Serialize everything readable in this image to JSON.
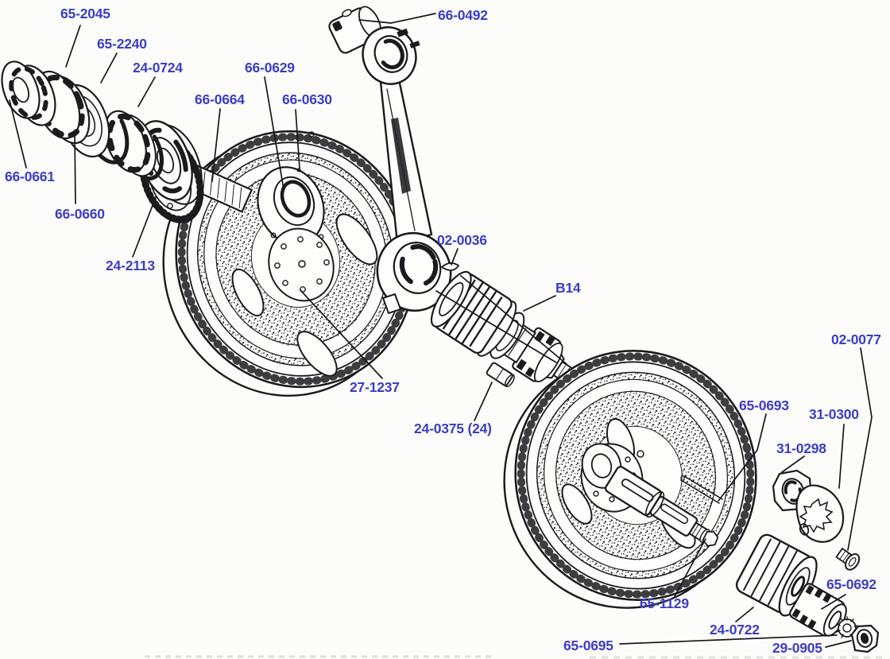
{
  "diagram": {
    "kind": "exploded-parts-diagram",
    "subject": "crankshaft and flywheel assembly",
    "label_color": "#3d3dc4",
    "line_color": "#1b1b1e",
    "background": "#fcfcfa"
  },
  "part_labels": [
    {
      "text": "65-2045"
    },
    {
      "text": "65-2240"
    },
    {
      "text": "24-0724"
    },
    {
      "text": "66-0629"
    },
    {
      "text": "66-0664"
    },
    {
      "text": "66-0630"
    },
    {
      "text": "66-0492"
    },
    {
      "text": "66-0661"
    },
    {
      "text": "66-0660"
    },
    {
      "text": "24-2113"
    },
    {
      "text": "02-0036"
    },
    {
      "text": "B14"
    },
    {
      "text": "27-1237"
    },
    {
      "text": "24-0375 (24)"
    },
    {
      "text": "02-0077"
    },
    {
      "text": "65-0693"
    },
    {
      "text": "31-0300"
    },
    {
      "text": "31-0298"
    },
    {
      "text": "65-1129"
    },
    {
      "text": "65-0692"
    },
    {
      "text": "24-0722"
    },
    {
      "text": "65-0695"
    },
    {
      "text": "29-0905"
    }
  ]
}
